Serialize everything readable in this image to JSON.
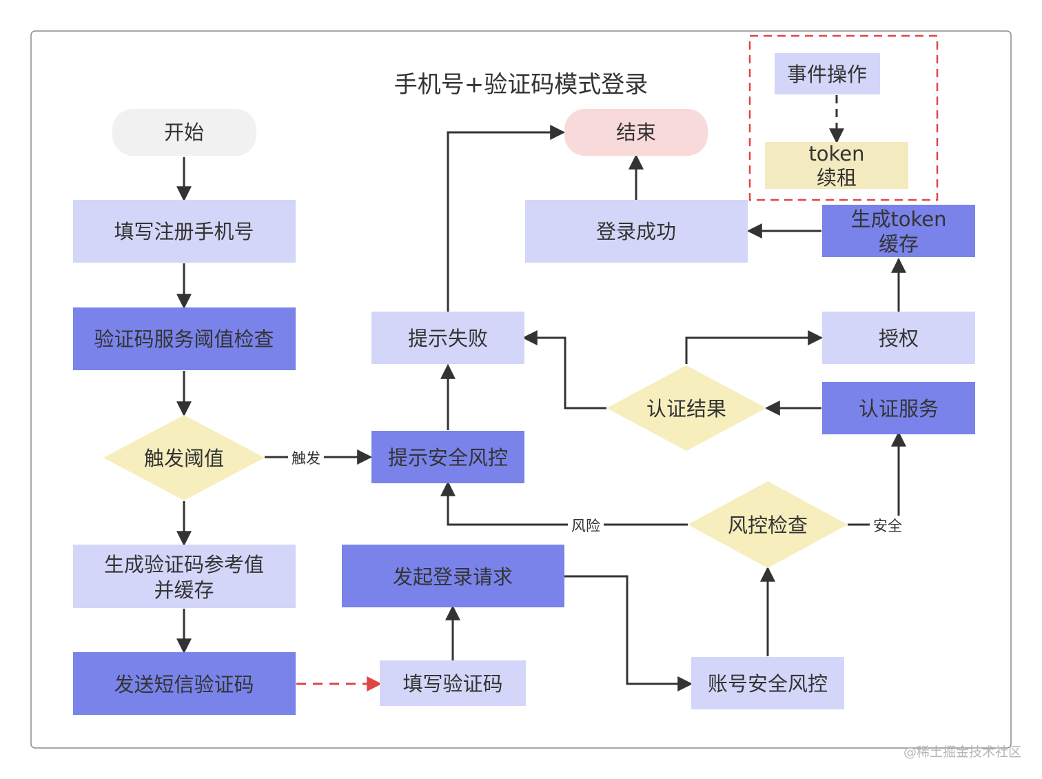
{
  "title": "手机号+验证码模式登录",
  "nodes": {
    "start": "开始",
    "fill_phone": "填写注册手机号",
    "sms_threshold_check": "验证码服务阈值检查",
    "trigger_threshold": "触发阈值",
    "generate_ref_line1": "生成验证码参考值",
    "generate_ref_line2": "并缓存",
    "send_sms": "发送短信验证码",
    "fill_code": "填写验证码",
    "initiate_login": "发起登录请求",
    "account_risk": "账号安全风控",
    "risk_check": "风控检查",
    "prompt_risk": "提示安全风控",
    "prompt_fail": "提示失败",
    "auth_service": "认证服务",
    "auth_result": "认证结果",
    "authorize": "授权",
    "gen_token_line1": "生成token",
    "gen_token_line2": "缓存",
    "login_success": "登录成功",
    "end": "结束",
    "event_op": "事件操作",
    "token_renew_line1": "token",
    "token_renew_line2": "续租"
  },
  "edge_labels": {
    "trigger": "触发",
    "risk": "风险",
    "safe": "安全"
  },
  "watermark": "@稀土掘金技术社区",
  "colors": {
    "dark_node": "#7983ea",
    "light_node": "#d3d6f8",
    "decision": "#f7eebd",
    "start": "#f1f1f1",
    "end": "#f9dada",
    "token_node": "#f4eabf",
    "dashed_highlight": "#e04545",
    "edge": "#333333"
  }
}
